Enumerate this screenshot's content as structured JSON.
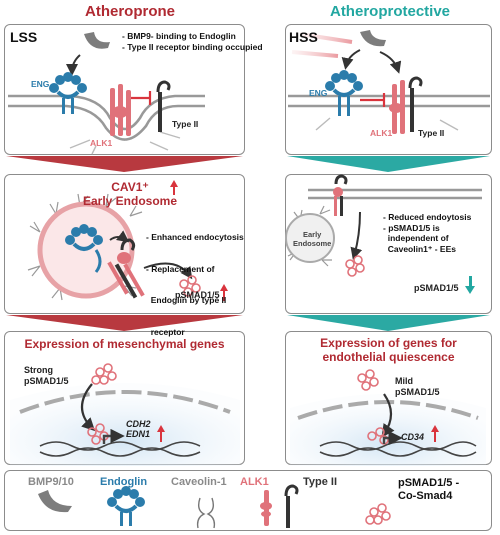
{
  "left_title": "Atheroprone",
  "right_title": "Atheroprotective",
  "top_left": {
    "tag": "LSS",
    "bullets": [
      "- BMP9- binding to Endoglin",
      "- Type II receptor binding occupied"
    ],
    "eng_label": "ENG",
    "alk1_label": "ALK1",
    "type2_label": "Type II"
  },
  "top_right": {
    "tag": "HSS",
    "eng_label": "ENG",
    "alk1_label": "ALK1",
    "type2_label": "Type II"
  },
  "mid_left": {
    "title_line1": "CAV1⁺",
    "title_line2": "Early Endosome",
    "bullets": [
      "- Enhanced endocytosis",
      "- Replacement of",
      "  Endoglin by type II",
      "  receptor"
    ],
    "psmad": "pSMAD1/5"
  },
  "mid_right": {
    "endosome_label_1": "Early",
    "endosome_label_2": "Endosome",
    "bullets": [
      "- Reduced endoytosis",
      "- pSMAD1/5 is",
      "  independent of",
      "  Caveolin1⁺ - EEs"
    ],
    "psmad": "pSMAD1/5"
  },
  "bottom_left": {
    "title": "Expression  of mesenchymal genes",
    "strong_1": "Strong",
    "strong_2": "pSMAD1/5",
    "gene_1": "CDH2",
    "gene_2": "EDN1"
  },
  "bottom_right": {
    "title_1": "Expression of genes for",
    "title_2": "endothelial quiescence",
    "mild_1": "Mild",
    "mild_2": "pSMAD1/5",
    "gene_1": "CD34"
  },
  "legend": {
    "bmp": "BMP9/10",
    "endoglin": "Endoglin",
    "caveolin": "Caveolin-1",
    "alk1": "ALK1",
    "type2": "Type II",
    "psmad_1": "pSMAD1/5 -",
    "psmad_2": "Co-Smad4"
  },
  "colors": {
    "red": "#b02a32",
    "teal": "#22a7a1",
    "engBlue": "#2b7cab",
    "alkPink": "#e0727a",
    "grey": "#8a8a8a"
  }
}
